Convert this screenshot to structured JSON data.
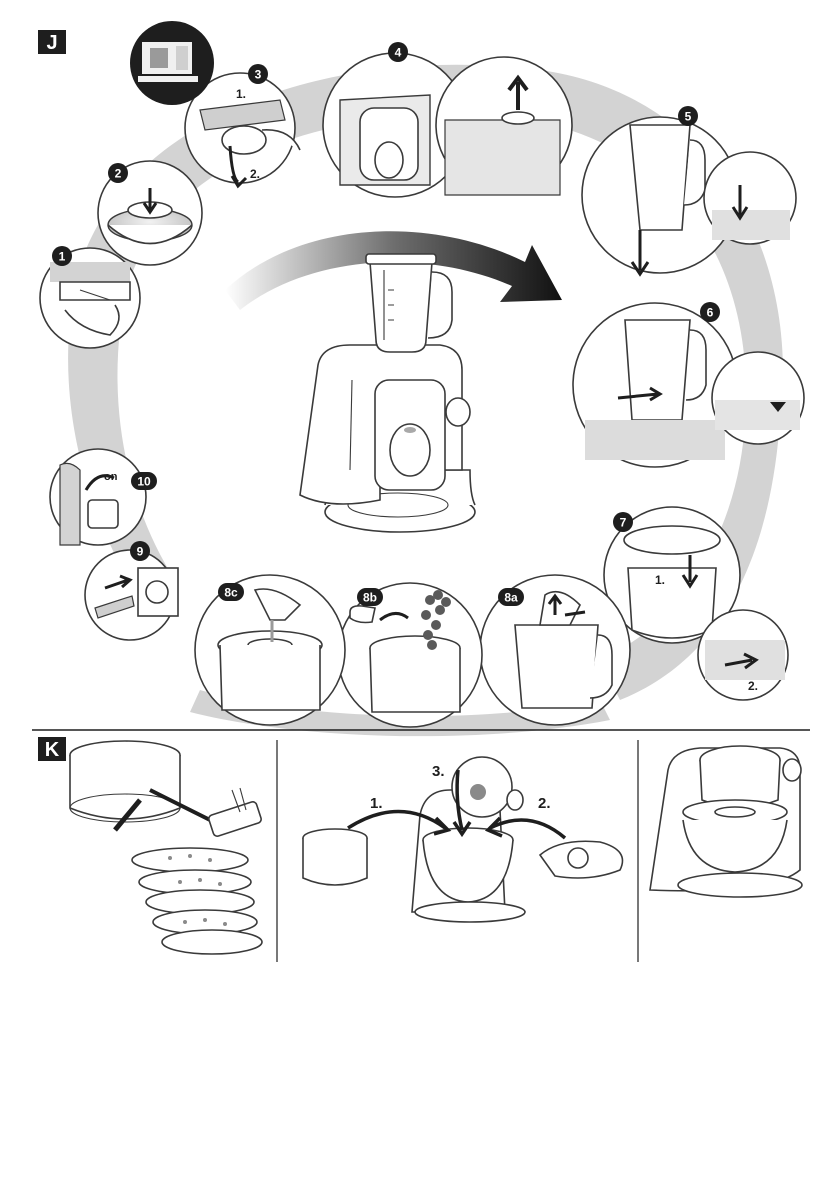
{
  "sections": {
    "J": {
      "label": "J"
    },
    "K": {
      "label": "K"
    }
  },
  "steps_j": [
    {
      "id": "1",
      "badge": "1"
    },
    {
      "id": "2",
      "badge": "2"
    },
    {
      "id": "3",
      "badge": "3",
      "sub": [
        "1.",
        "2."
      ]
    },
    {
      "id": "4",
      "badge": "4"
    },
    {
      "id": "5",
      "badge": "5"
    },
    {
      "id": "6",
      "badge": "6"
    },
    {
      "id": "7",
      "badge": "7",
      "sub": [
        "1.",
        "2."
      ]
    },
    {
      "id": "8a",
      "badge": "8a"
    },
    {
      "id": "8b",
      "badge": "8b"
    },
    {
      "id": "8c",
      "badge": "8c"
    },
    {
      "id": "9",
      "badge": "9"
    },
    {
      "id": "10",
      "badge": "10",
      "text": "on"
    }
  ],
  "steps_k": {
    "labels": [
      "1.",
      "2.",
      "3."
    ]
  },
  "icons": [
    "mixer-icon",
    "blender-jug-icon",
    "power-plug-icon",
    "disc-stack-icon",
    "arrow-icon"
  ],
  "colors": {
    "ink": "#1e1e1e",
    "shade": "#d3d3d3",
    "background": "#ffffff"
  }
}
